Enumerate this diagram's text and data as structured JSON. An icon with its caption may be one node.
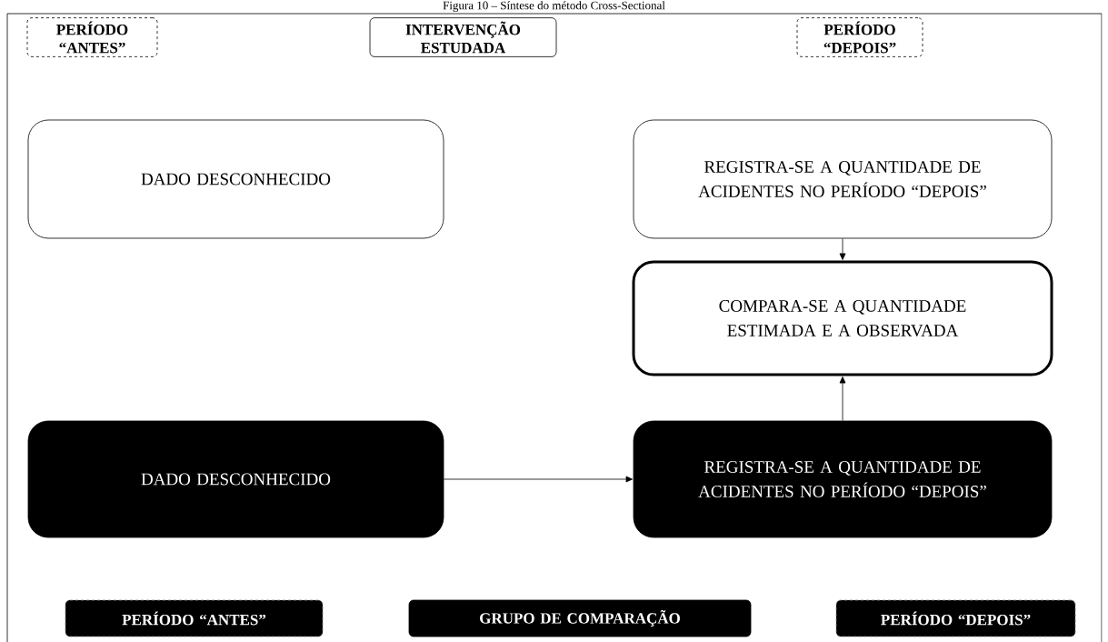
{
  "diagram": {
    "title": "Figura 10 – Síntese do método Cross-Sectional",
    "nodes": [
      {
        "text": [
          "PERÍODO “ANTES”"
        ]
      },
      {
        "text": [
          "INTERVENÇÃO ESTUDADA"
        ]
      },
      {
        "text": [
          "PERÍODO “DEPOIS”"
        ]
      },
      {
        "text": [
          "DADO DESCONHECIDO"
        ]
      },
      {
        "text": [
          "REGISTRA-SE A QUANTIDADE DE ACIDENTES NO PERÍODO “DEPOIS”"
        ]
      },
      {
        "text": [
          "COMPARA-SE A QUANTIDADE ESTIMADA E A OBSERVADA"
        ]
      },
      {
        "text": [
          "DADO DESCONHECIDO"
        ]
      },
      {
        "text": [
          "REGISTRA-SE A QUANTIDADE DE ACIDENTES NO PERÍODO “DEPOIS”"
        ]
      },
      {
        "text": [
          "PERÍODO “ANTES”"
        ]
      },
      {
        "text": [
          "GRUPO DE COMPARAÇÃO"
        ]
      },
      {
        "text": [
          "PERÍODO “DEPOIS”"
        ]
      }
    ],
    "edges": [
      {
        "from": 4,
        "to": 5,
        "arrow": "to"
      },
      {
        "from": 7,
        "to": 5,
        "arrow": "to"
      },
      {
        "from": 6,
        "to": 7,
        "arrow": "to"
      }
    ]
  }
}
